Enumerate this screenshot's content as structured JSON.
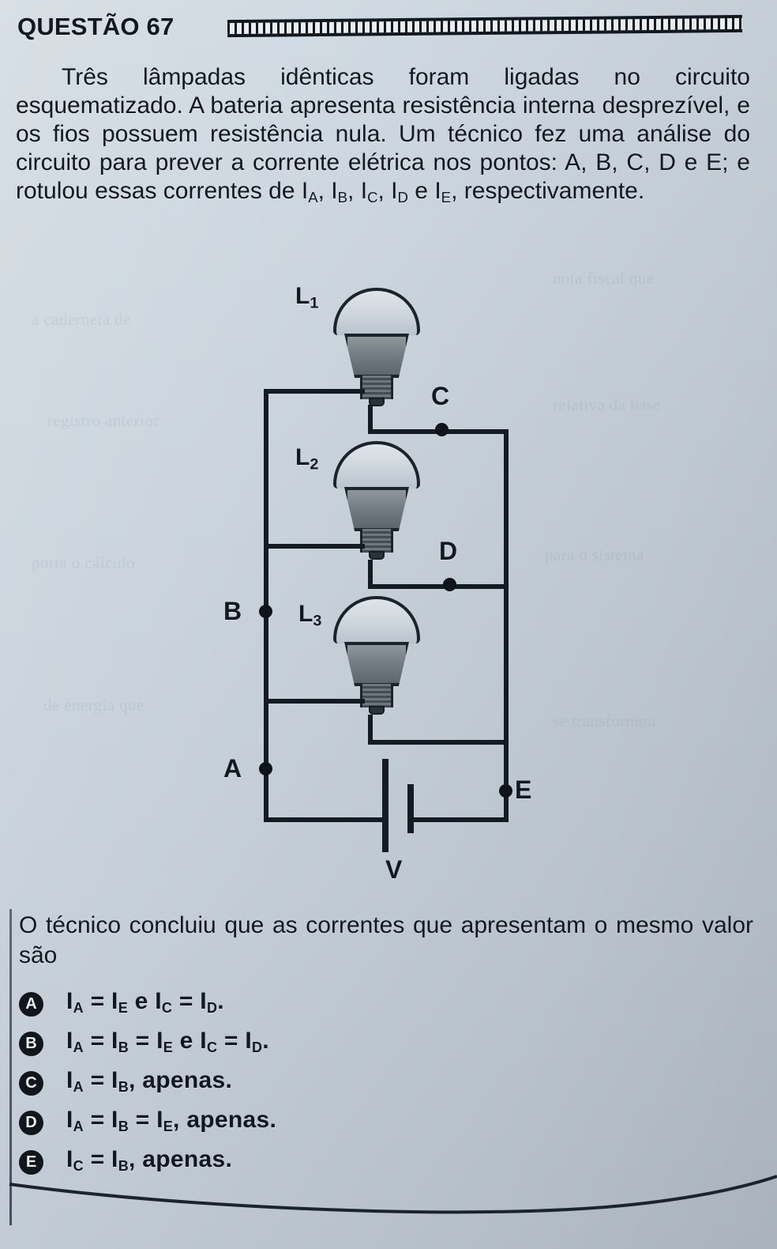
{
  "header": {
    "question_label": "QUESTÃO 67",
    "decoration": "hatched-rule"
  },
  "statement": {
    "line1": "Três lâmpadas idênticas foram ligadas no circuito",
    "line2": "esquematizado. A bateria apresenta resistência interna",
    "line3": "desprezível, e os fios possuem resistência nula.",
    "line4": "Um técnico fez uma análise do circuito para prever a",
    "line5": "corrente elétrica nos pontos: A, B, C, D e E; e rotulou",
    "line6_prefix": "essas correntes de ",
    "line6_suffix": ", respectivamente.",
    "currents": [
      "I",
      "A",
      "I",
      "B",
      "I",
      "C",
      "I",
      "D",
      "I",
      "E"
    ]
  },
  "circuit": {
    "lamps": [
      {
        "id": "L1",
        "letter": "L",
        "sub": "1"
      },
      {
        "id": "L2",
        "letter": "L",
        "sub": "2"
      },
      {
        "id": "L3",
        "letter": "L",
        "sub": "3"
      }
    ],
    "nodes": [
      {
        "id": "A",
        "label": "A"
      },
      {
        "id": "B",
        "label": "B"
      },
      {
        "id": "C",
        "label": "C"
      },
      {
        "id": "D",
        "label": "D"
      },
      {
        "id": "E",
        "label": "E"
      }
    ],
    "battery_label": "V",
    "wire_color": "#141b22"
  },
  "closing": {
    "line1": "O técnico concluiu que as correntes que apresentam o",
    "line2": "mesmo valor são"
  },
  "options": [
    {
      "key": "A",
      "parts": [
        "I",
        "A",
        " = I",
        "E",
        " e I",
        "C",
        " = I",
        "D",
        "."
      ]
    },
    {
      "key": "B",
      "parts": [
        "I",
        "A",
        " = I",
        "B",
        " = I",
        "E",
        " e I",
        "C",
        " = I",
        "D",
        "."
      ]
    },
    {
      "key": "C",
      "parts": [
        "I",
        "A",
        " = I",
        "B",
        ", apenas."
      ]
    },
    {
      "key": "D",
      "parts": [
        "I",
        "A",
        " = I",
        "B",
        " = I",
        "E",
        ", apenas."
      ]
    },
    {
      "key": "E",
      "parts": [
        "I",
        "C",
        " = I",
        "B",
        ", apenas."
      ]
    }
  ],
  "ghost_text": [
    "a caderneta de",
    "nota fiscal que",
    "registro anterior",
    "relativa da base",
    "porta o cálculo",
    "para o sistema",
    "de energia que",
    "se transformou"
  ]
}
